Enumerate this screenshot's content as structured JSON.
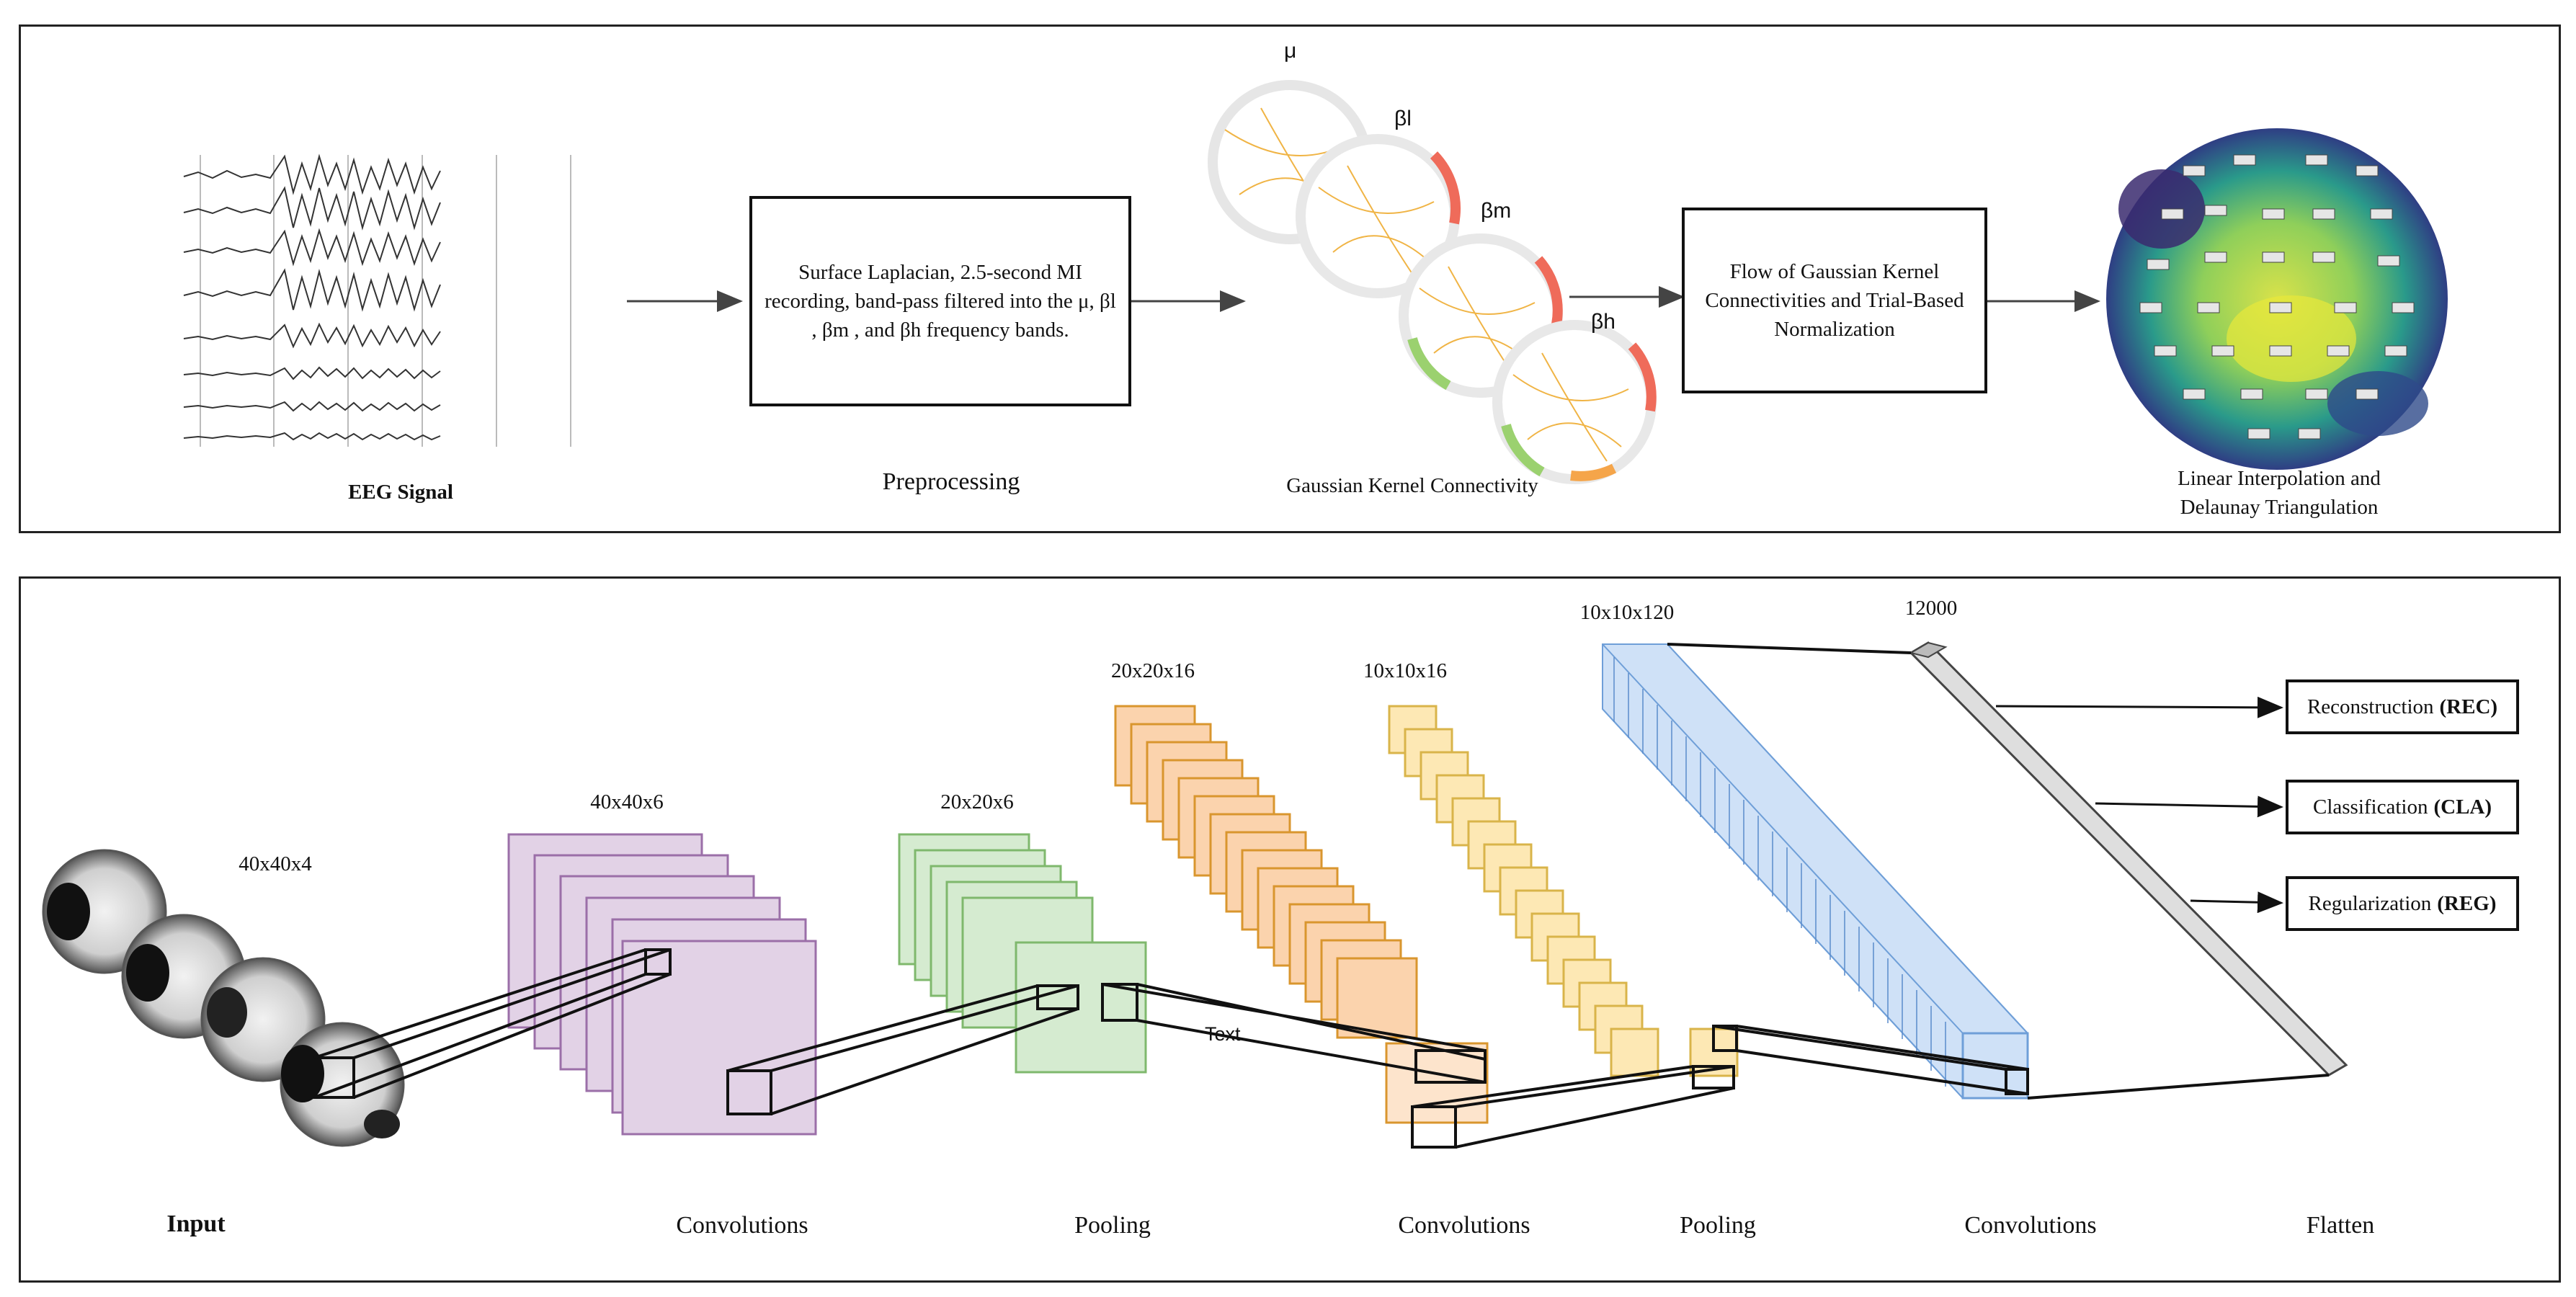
{
  "top": {
    "eeg_label": "EEG Signal",
    "preprocess_box": "Surface Laplacian, 2.5-second MI recording, band-pass filtered into the μ, βl , βm , and βh  frequency bands.",
    "preprocess_label": "Preprocessing",
    "band_mu": "μ",
    "band_bl": "βl",
    "band_bm": "βm",
    "band_bh": "βh",
    "gkc_label": "Gaussian Kernel Connectivity",
    "flow_box": "Flow of Gaussian Kernel Connectivities and Trial-Based Normalization",
    "interp_label_1": "Linear Interpolation and",
    "interp_label_2": "Delaunay Triangulation"
  },
  "bottom": {
    "dims": {
      "input": "40x40x4",
      "conv1": "40x40x6",
      "pool1": "20x20x6",
      "conv2": "20x20x16",
      "pool2": "10x10x16",
      "conv3": "10x10x120",
      "flatten": "12000"
    },
    "stage_labels": [
      "Input",
      "Convolutions",
      "Pooling",
      "Convolutions",
      "Pooling",
      "Convolutions",
      "Flatten"
    ],
    "stray_text": "Text",
    "outputs": [
      {
        "label": "Reconstruction",
        "abbr": "(REC)"
      },
      {
        "label": "Classification",
        "abbr": "(CLA)"
      },
      {
        "label": "Regularization",
        "abbr": "(REG)"
      }
    ]
  },
  "colors": {
    "purple_fill": "#e2d2e6",
    "purple_stroke": "#9b6fa8",
    "green_fill": "#d5ebd0",
    "green_stroke": "#7fb86d",
    "orange_fill": "#fbd3ad",
    "orange_stroke": "#d9962e",
    "yellow_fill": "#fde8b4",
    "yellow_stroke": "#d9b44a",
    "blue_fill": "#cfe1f7",
    "blue_stroke": "#6f9fd8"
  }
}
